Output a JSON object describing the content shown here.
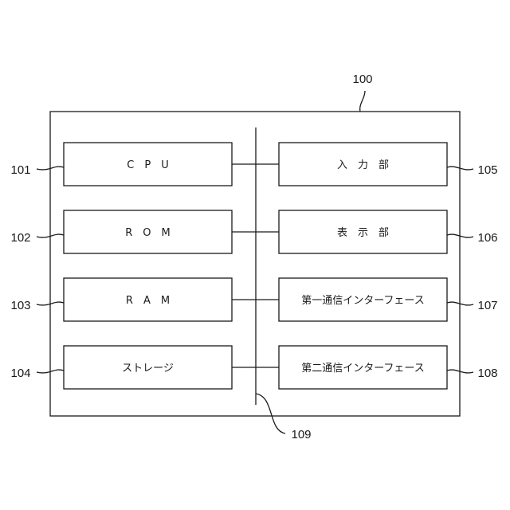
{
  "system": {
    "ref": "100"
  },
  "bus": {
    "ref": "109"
  },
  "left_blocks": [
    {
      "ref": "101",
      "label": "C　P　U"
    },
    {
      "ref": "102",
      "label": "R　O　M"
    },
    {
      "ref": "103",
      "label": "R　A　M"
    },
    {
      "ref": "104",
      "label": "ストレージ"
    }
  ],
  "right_blocks": [
    {
      "ref": "105",
      "label": "入　力　部"
    },
    {
      "ref": "106",
      "label": "表　示　部"
    },
    {
      "ref": "107",
      "label": "第一通信インターフェース"
    },
    {
      "ref": "108",
      "label": "第二通信インターフェース"
    }
  ]
}
